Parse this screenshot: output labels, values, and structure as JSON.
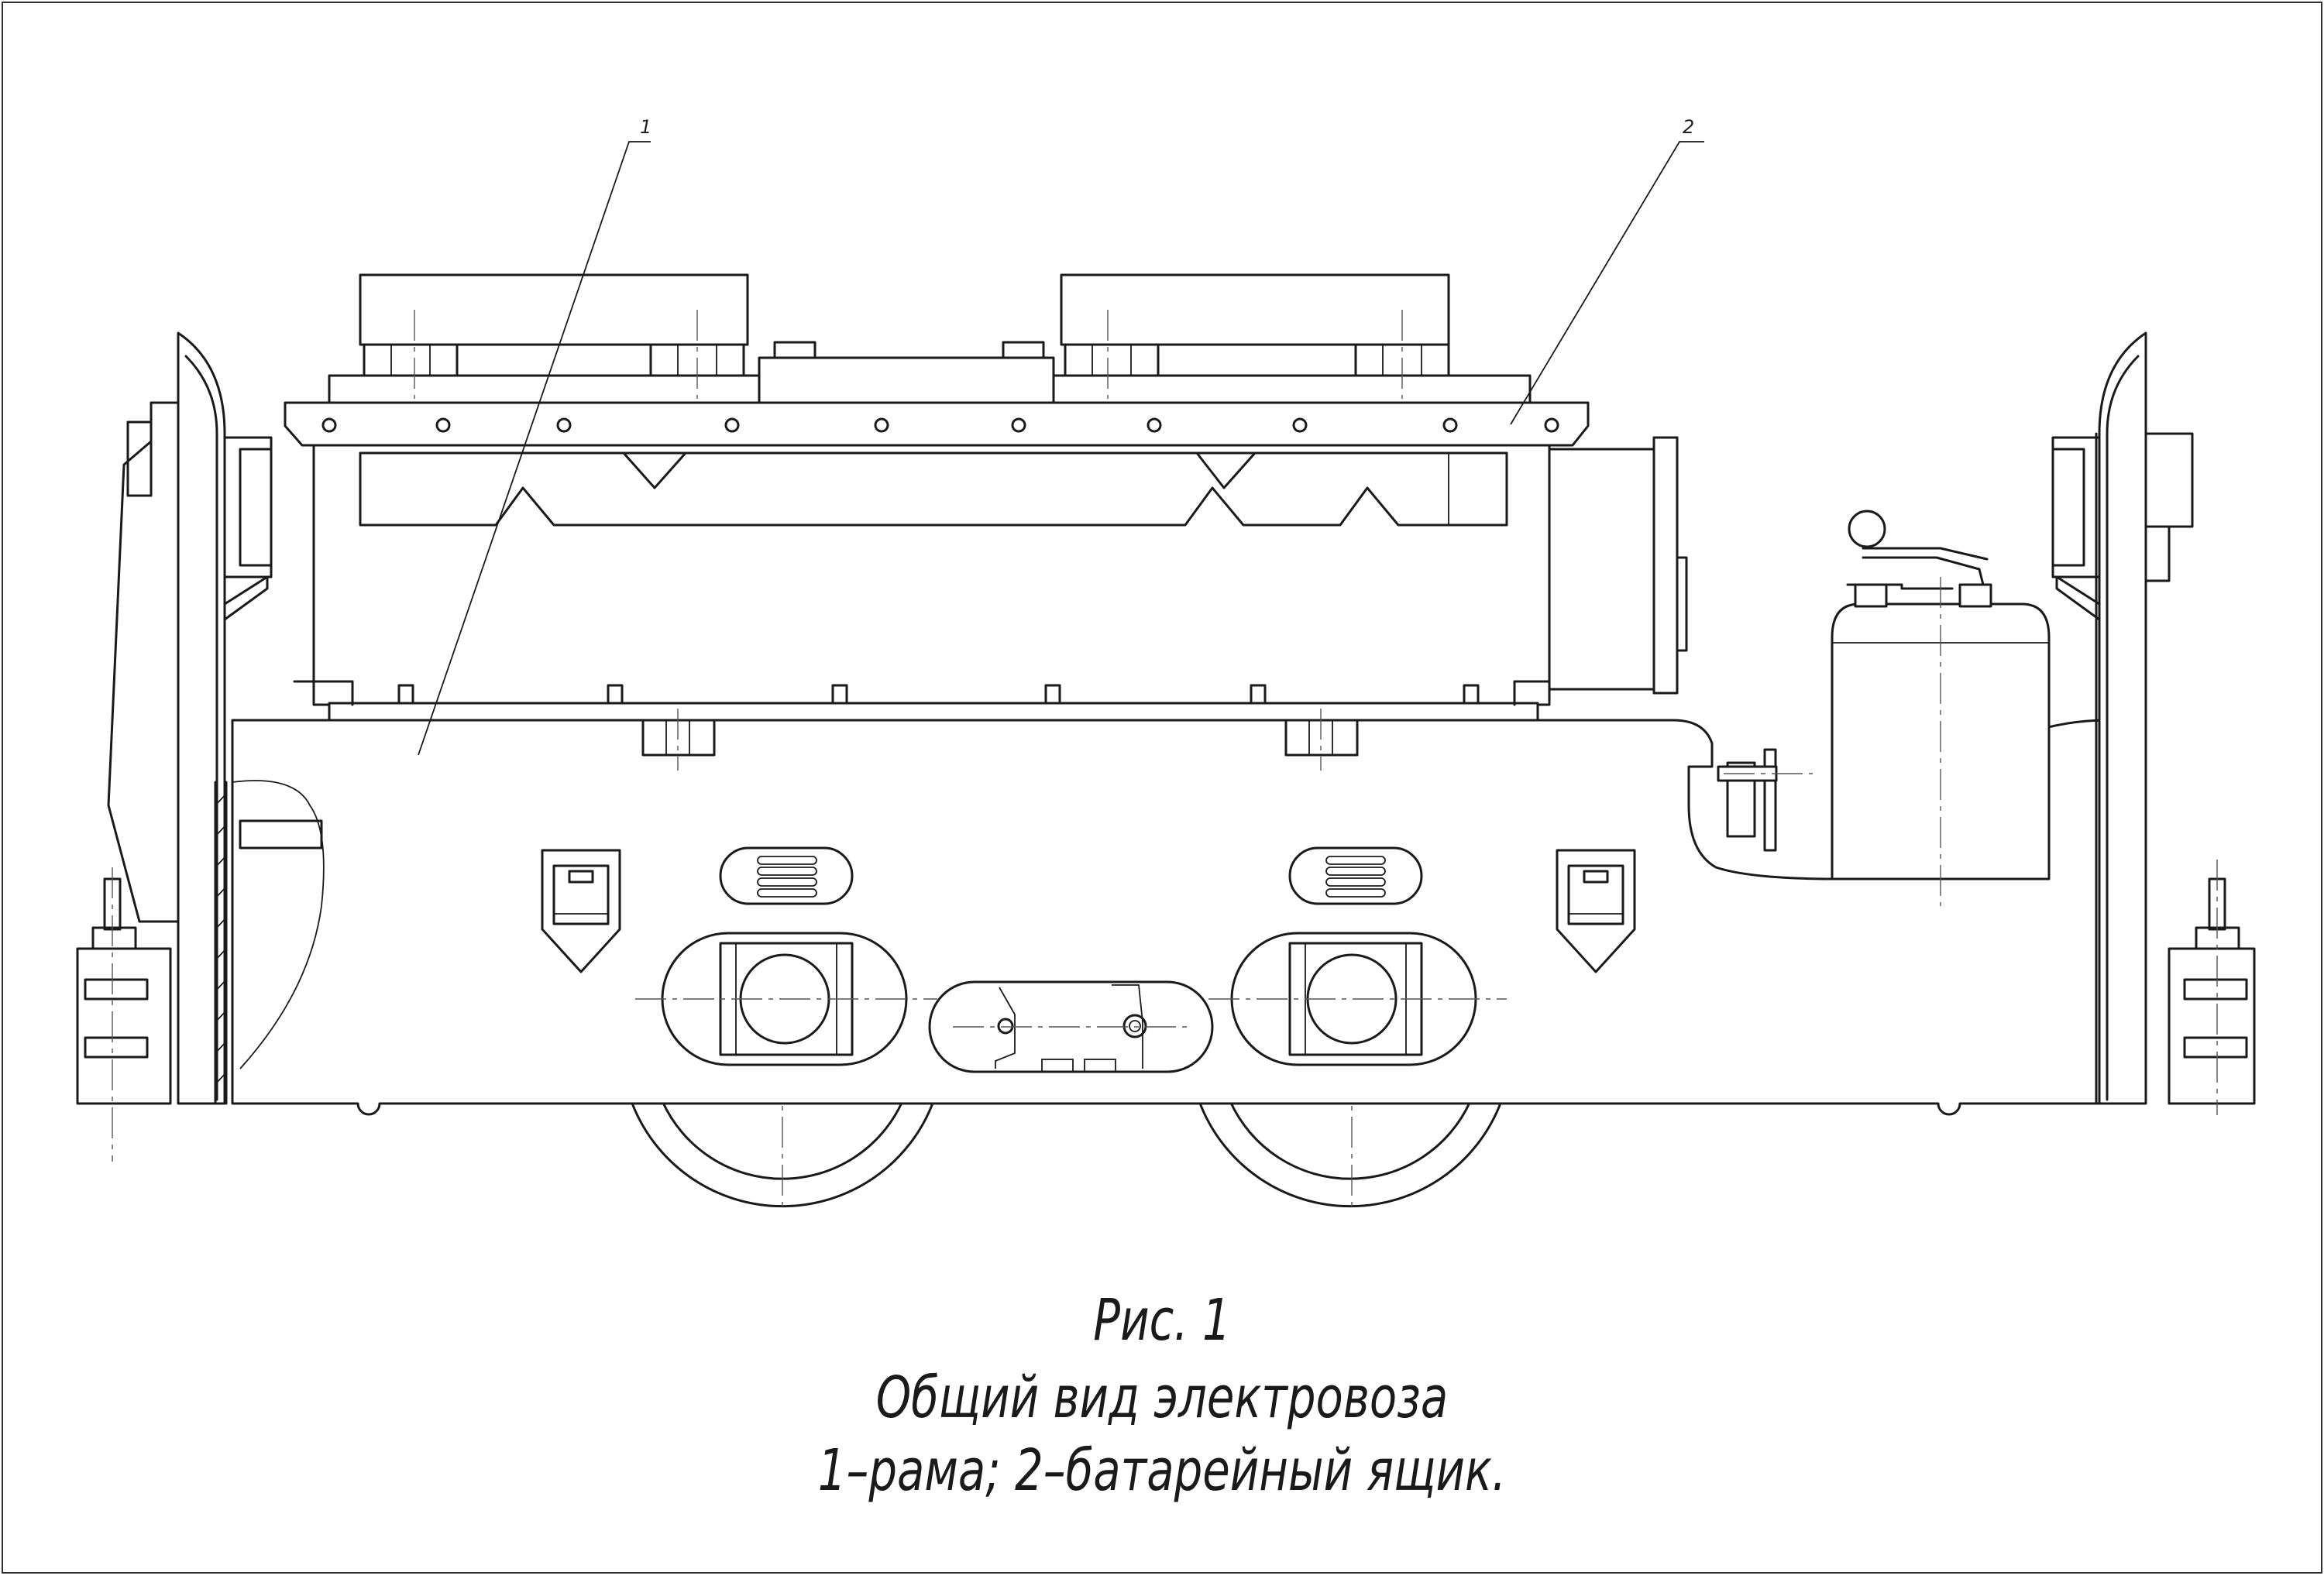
{
  "figure": {
    "caption_number": "Рис. 1",
    "caption_title": "Общий вид электровоза",
    "caption_legend": "1–рама; 2–батарейный ящик."
  },
  "callouts": [
    {
      "label": "1",
      "meaning": "рама"
    },
    {
      "label": "2",
      "meaning": "батарейный ящик"
    }
  ]
}
